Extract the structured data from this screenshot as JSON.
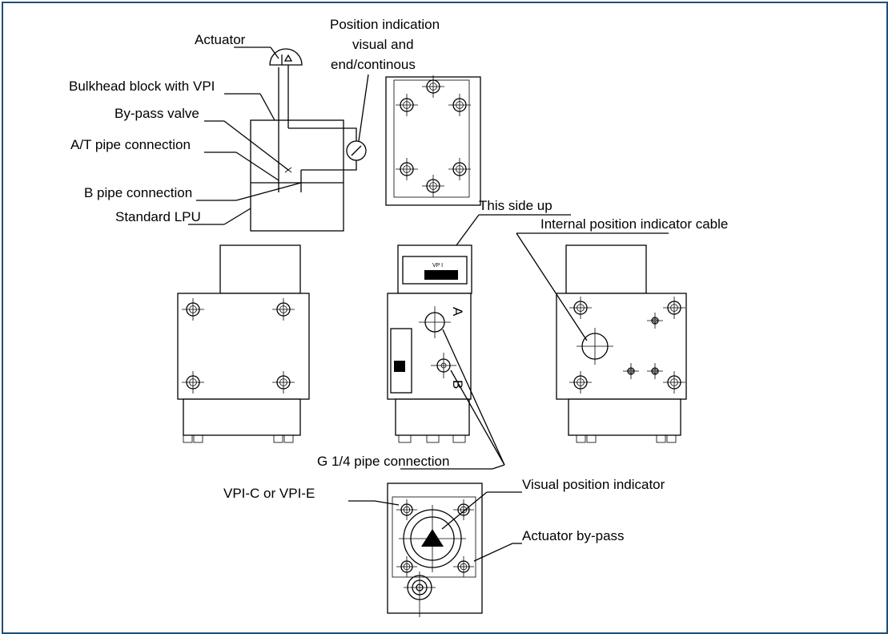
{
  "colors": {
    "frame": "#1f4e79",
    "ink": "#000000"
  },
  "labels": {
    "actuator": "Actuator",
    "position_indication_1": "Position indication",
    "position_indication_2": "visual and",
    "position_indication_3": "end/continous",
    "bulkhead_block": "Bulkhead block with VPI",
    "bypass_valve": "By-pass valve",
    "at_pipe": "A/T pipe connection",
    "b_pipe": "B pipe connection",
    "standard_lpu": "Standard LPU",
    "this_side_up": "This side up",
    "internal_cable": "Internal position indicator cable",
    "g14_pipe": "G 1/4 pipe connection",
    "vpi_c_e": "VPI-C or VPI-E",
    "visual_indicator": "Visual position indicator",
    "actuator_bypass": "Actuator by-pass"
  },
  "port_marks": {
    "a": "A",
    "b": "B"
  },
  "nameplate": {
    "title": "VP I"
  }
}
